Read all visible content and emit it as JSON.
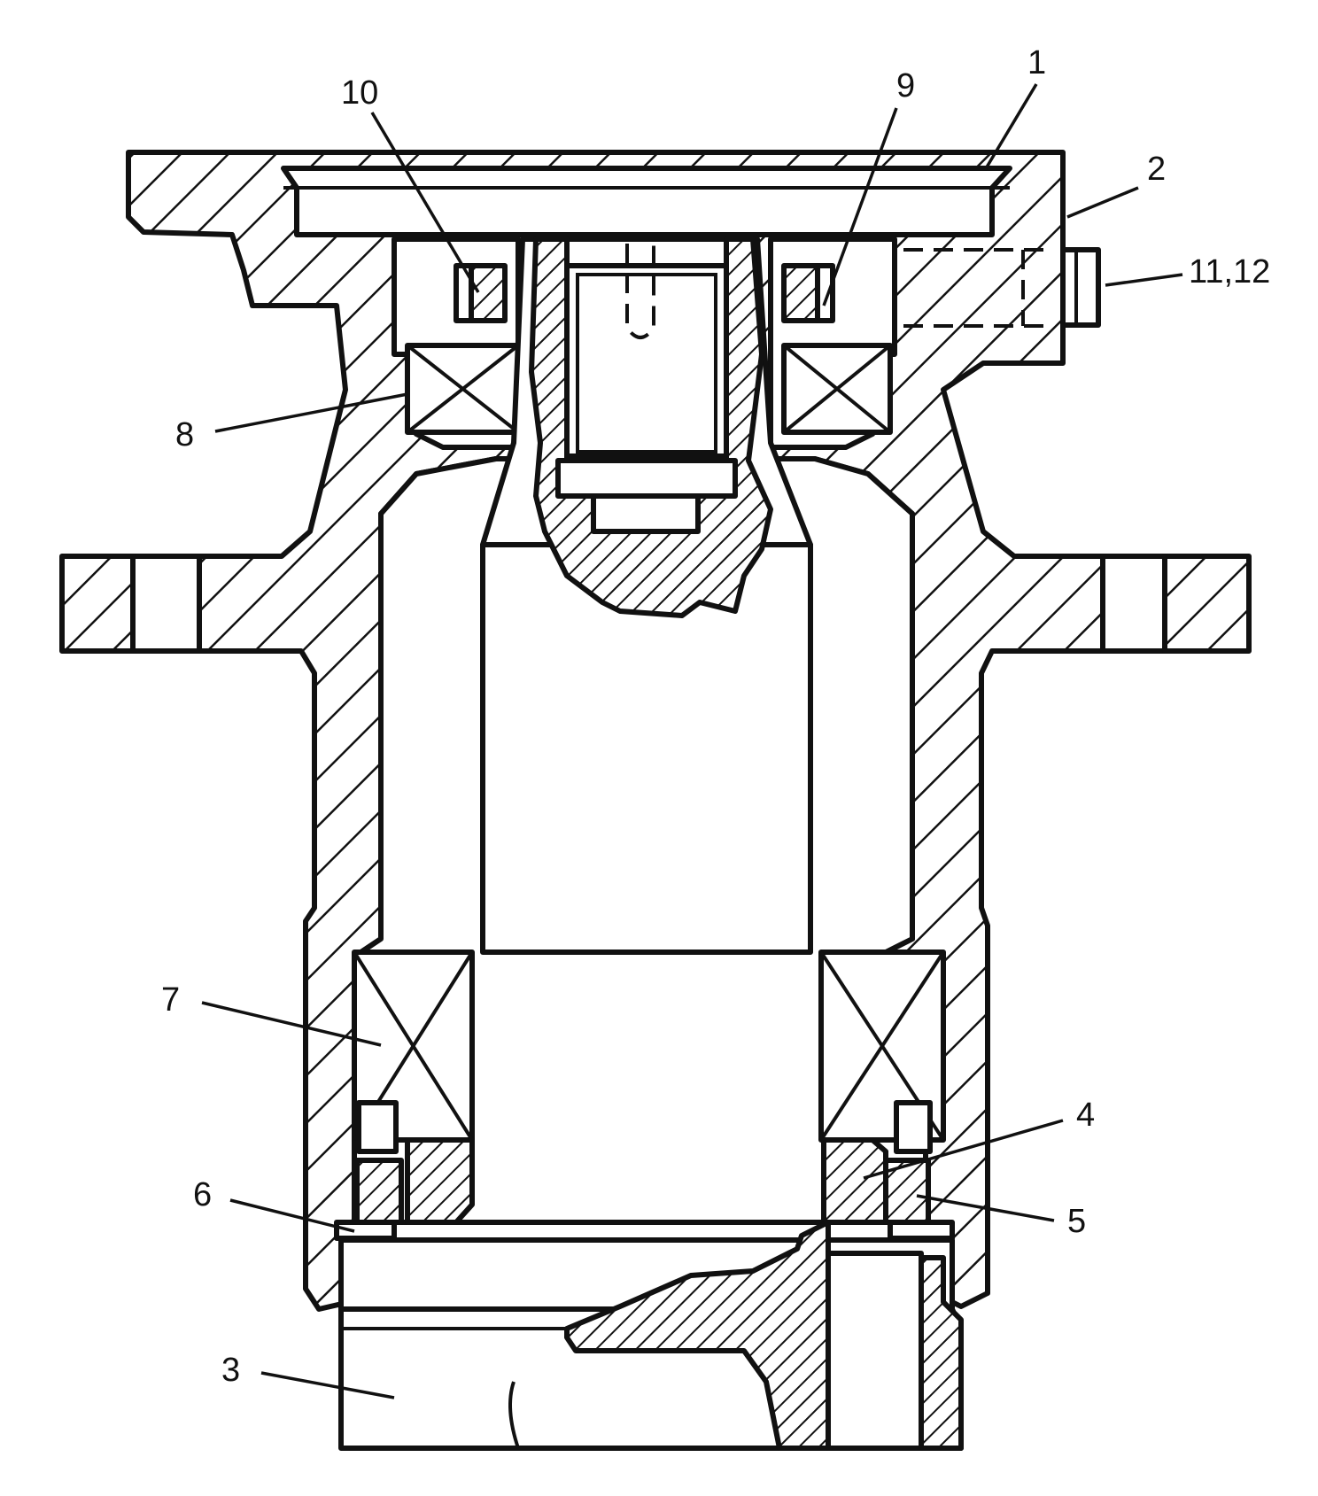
{
  "labels": {
    "l1": "1",
    "l2": "2",
    "l3": "3",
    "l4": "4",
    "l5": "5",
    "l6": "6",
    "l7": "7",
    "l8": "8",
    "l9": "9",
    "l10": "10",
    "l11_12": "11,12"
  }
}
